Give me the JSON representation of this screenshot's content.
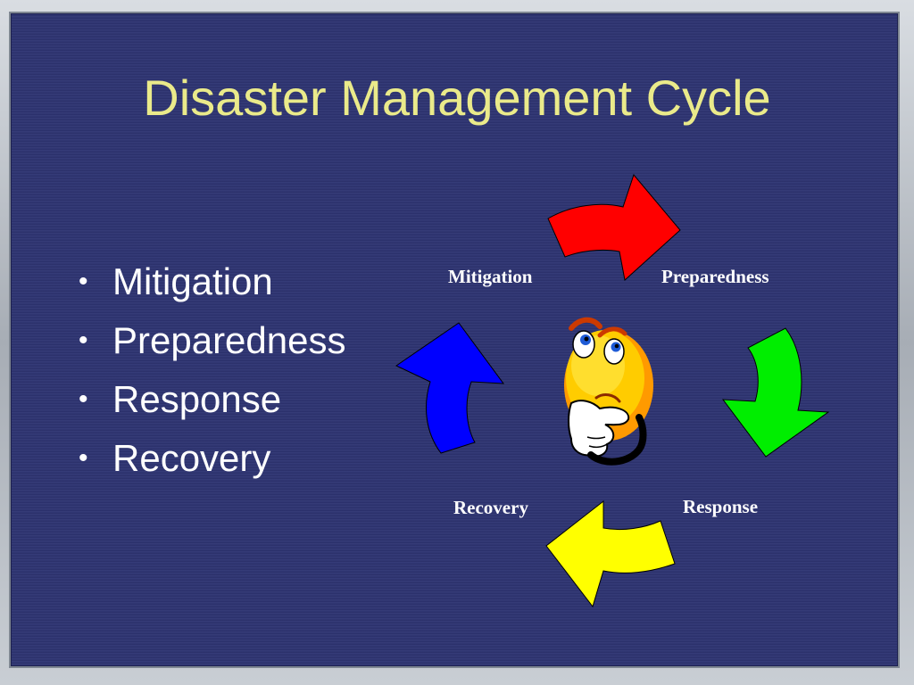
{
  "slide": {
    "title": "Disaster Management Cycle",
    "bullets": [
      "Mitigation",
      "Preparedness",
      "Response",
      "Recovery"
    ],
    "bullet_symbol": "•"
  },
  "diagram": {
    "labels": {
      "mitigation": "Mitigation",
      "preparedness": "Preparedness",
      "response": "Response",
      "recovery": "Recovery"
    },
    "arrow_colors": {
      "mitigation_to_preparedness": "#ff0000",
      "preparedness_to_response": "#00ee00",
      "response_to_recovery": "#ffff00",
      "recovery_to_mitigation": "#0000ff"
    },
    "center_icon": "thinking-face-icon"
  },
  "colors": {
    "title": "#eaea8a",
    "background": "#2e3472",
    "text": "#ffffff"
  }
}
